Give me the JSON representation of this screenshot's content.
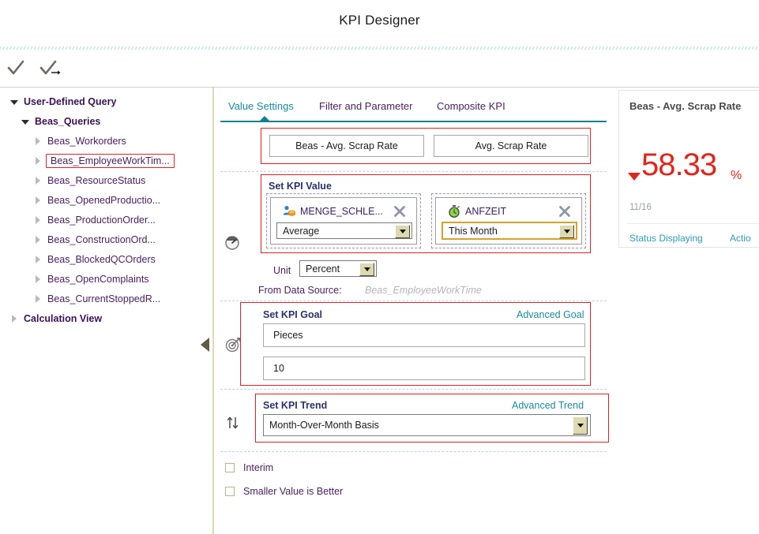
{
  "window": {
    "title": "KPI Designer"
  },
  "toolbar": {
    "confirm_label": "confirm-check-icon",
    "confirm_next_label": "confirm-and-next-icon"
  },
  "sidebar": {
    "items": [
      {
        "label": "User-Defined Query",
        "level": 0,
        "state": "expanded",
        "bold": true,
        "selected": false
      },
      {
        "label": "Beas_Queries",
        "level": 1,
        "state": "expanded",
        "bold": true,
        "selected": false
      },
      {
        "label": "Beas_Workorders",
        "level": 2,
        "state": "collapsed",
        "bold": false,
        "selected": false
      },
      {
        "label": "Beas_EmployeeWorkTim...",
        "level": 2,
        "state": "collapsed",
        "bold": false,
        "selected": true
      },
      {
        "label": "Beas_ResourceStatus",
        "level": 2,
        "state": "collapsed",
        "bold": false,
        "selected": false
      },
      {
        "label": "Beas_OpenedProductio...",
        "level": 2,
        "state": "collapsed",
        "bold": false,
        "selected": false
      },
      {
        "label": "Beas_ProductionOrder...",
        "level": 2,
        "state": "collapsed",
        "bold": false,
        "selected": false
      },
      {
        "label": "Beas_ConstructionOrd...",
        "level": 2,
        "state": "collapsed",
        "bold": false,
        "selected": false
      },
      {
        "label": "Beas_BlockedQCOrders",
        "level": 2,
        "state": "collapsed",
        "bold": false,
        "selected": false
      },
      {
        "label": "Beas_OpenComplaints",
        "level": 2,
        "state": "collapsed",
        "bold": false,
        "selected": false
      },
      {
        "label": "Beas_CurrentStoppedR...",
        "level": 2,
        "state": "collapsed",
        "bold": false,
        "selected": false
      },
      {
        "label": "Calculation View",
        "level": 0,
        "state": "collapsed",
        "bold": true,
        "selected": false
      }
    ],
    "collapse_handle": "collapse-sidebar-arrow"
  },
  "main": {
    "tabs": [
      {
        "label": "Value Settings",
        "active": true
      },
      {
        "label": "Filter and Parameter",
        "active": false
      },
      {
        "label": "Composite KPI",
        "active": false
      }
    ],
    "name_field": {
      "value": "Beas - Avg. Scrap Rate"
    },
    "short_name_field": {
      "value": "Avg. Scrap Rate"
    },
    "kpi_value": {
      "section_title": "Set KPI Value",
      "measure_chip": {
        "name": "MENGE_SCHLE...",
        "icon": "measure-icon",
        "aggregation": "Average"
      },
      "time_chip": {
        "name": "ANFZEIT",
        "icon": "stopwatch-icon",
        "period": "This Month"
      },
      "unit_label": "Unit",
      "unit_value": "Percent",
      "data_source_label": "From Data Source:",
      "data_source_value": "Beas_EmployeeWorkTime"
    },
    "kpi_goal": {
      "section_title": "Set KPI Goal",
      "advanced_link": "Advanced Goal",
      "unit_value": "Pieces",
      "target_value": "10"
    },
    "kpi_trend": {
      "section_title": "Set KPI Trend",
      "advanced_link": "Advanced Trend",
      "basis_value": "Month-Over-Month Basis"
    },
    "options": [
      {
        "label": "Interim",
        "checked": false
      },
      {
        "label": "Smaller Value is Better",
        "checked": false
      }
    ]
  },
  "preview": {
    "title": "Beas - Avg. Scrap Rate",
    "value": "58.33",
    "unit_symbol": "%",
    "trend_direction": "down",
    "date": "11/16",
    "secondary_value": "-",
    "status_link": "Status Displaying",
    "action_link": "Actio"
  },
  "colors": {
    "accent_teal": "#12818f",
    "link_teal": "#1a8a9a",
    "highlight_red": "#e02020",
    "kpi_red": "#e3251b",
    "tree_text": "#4a2060",
    "section_title": "#29336b"
  }
}
